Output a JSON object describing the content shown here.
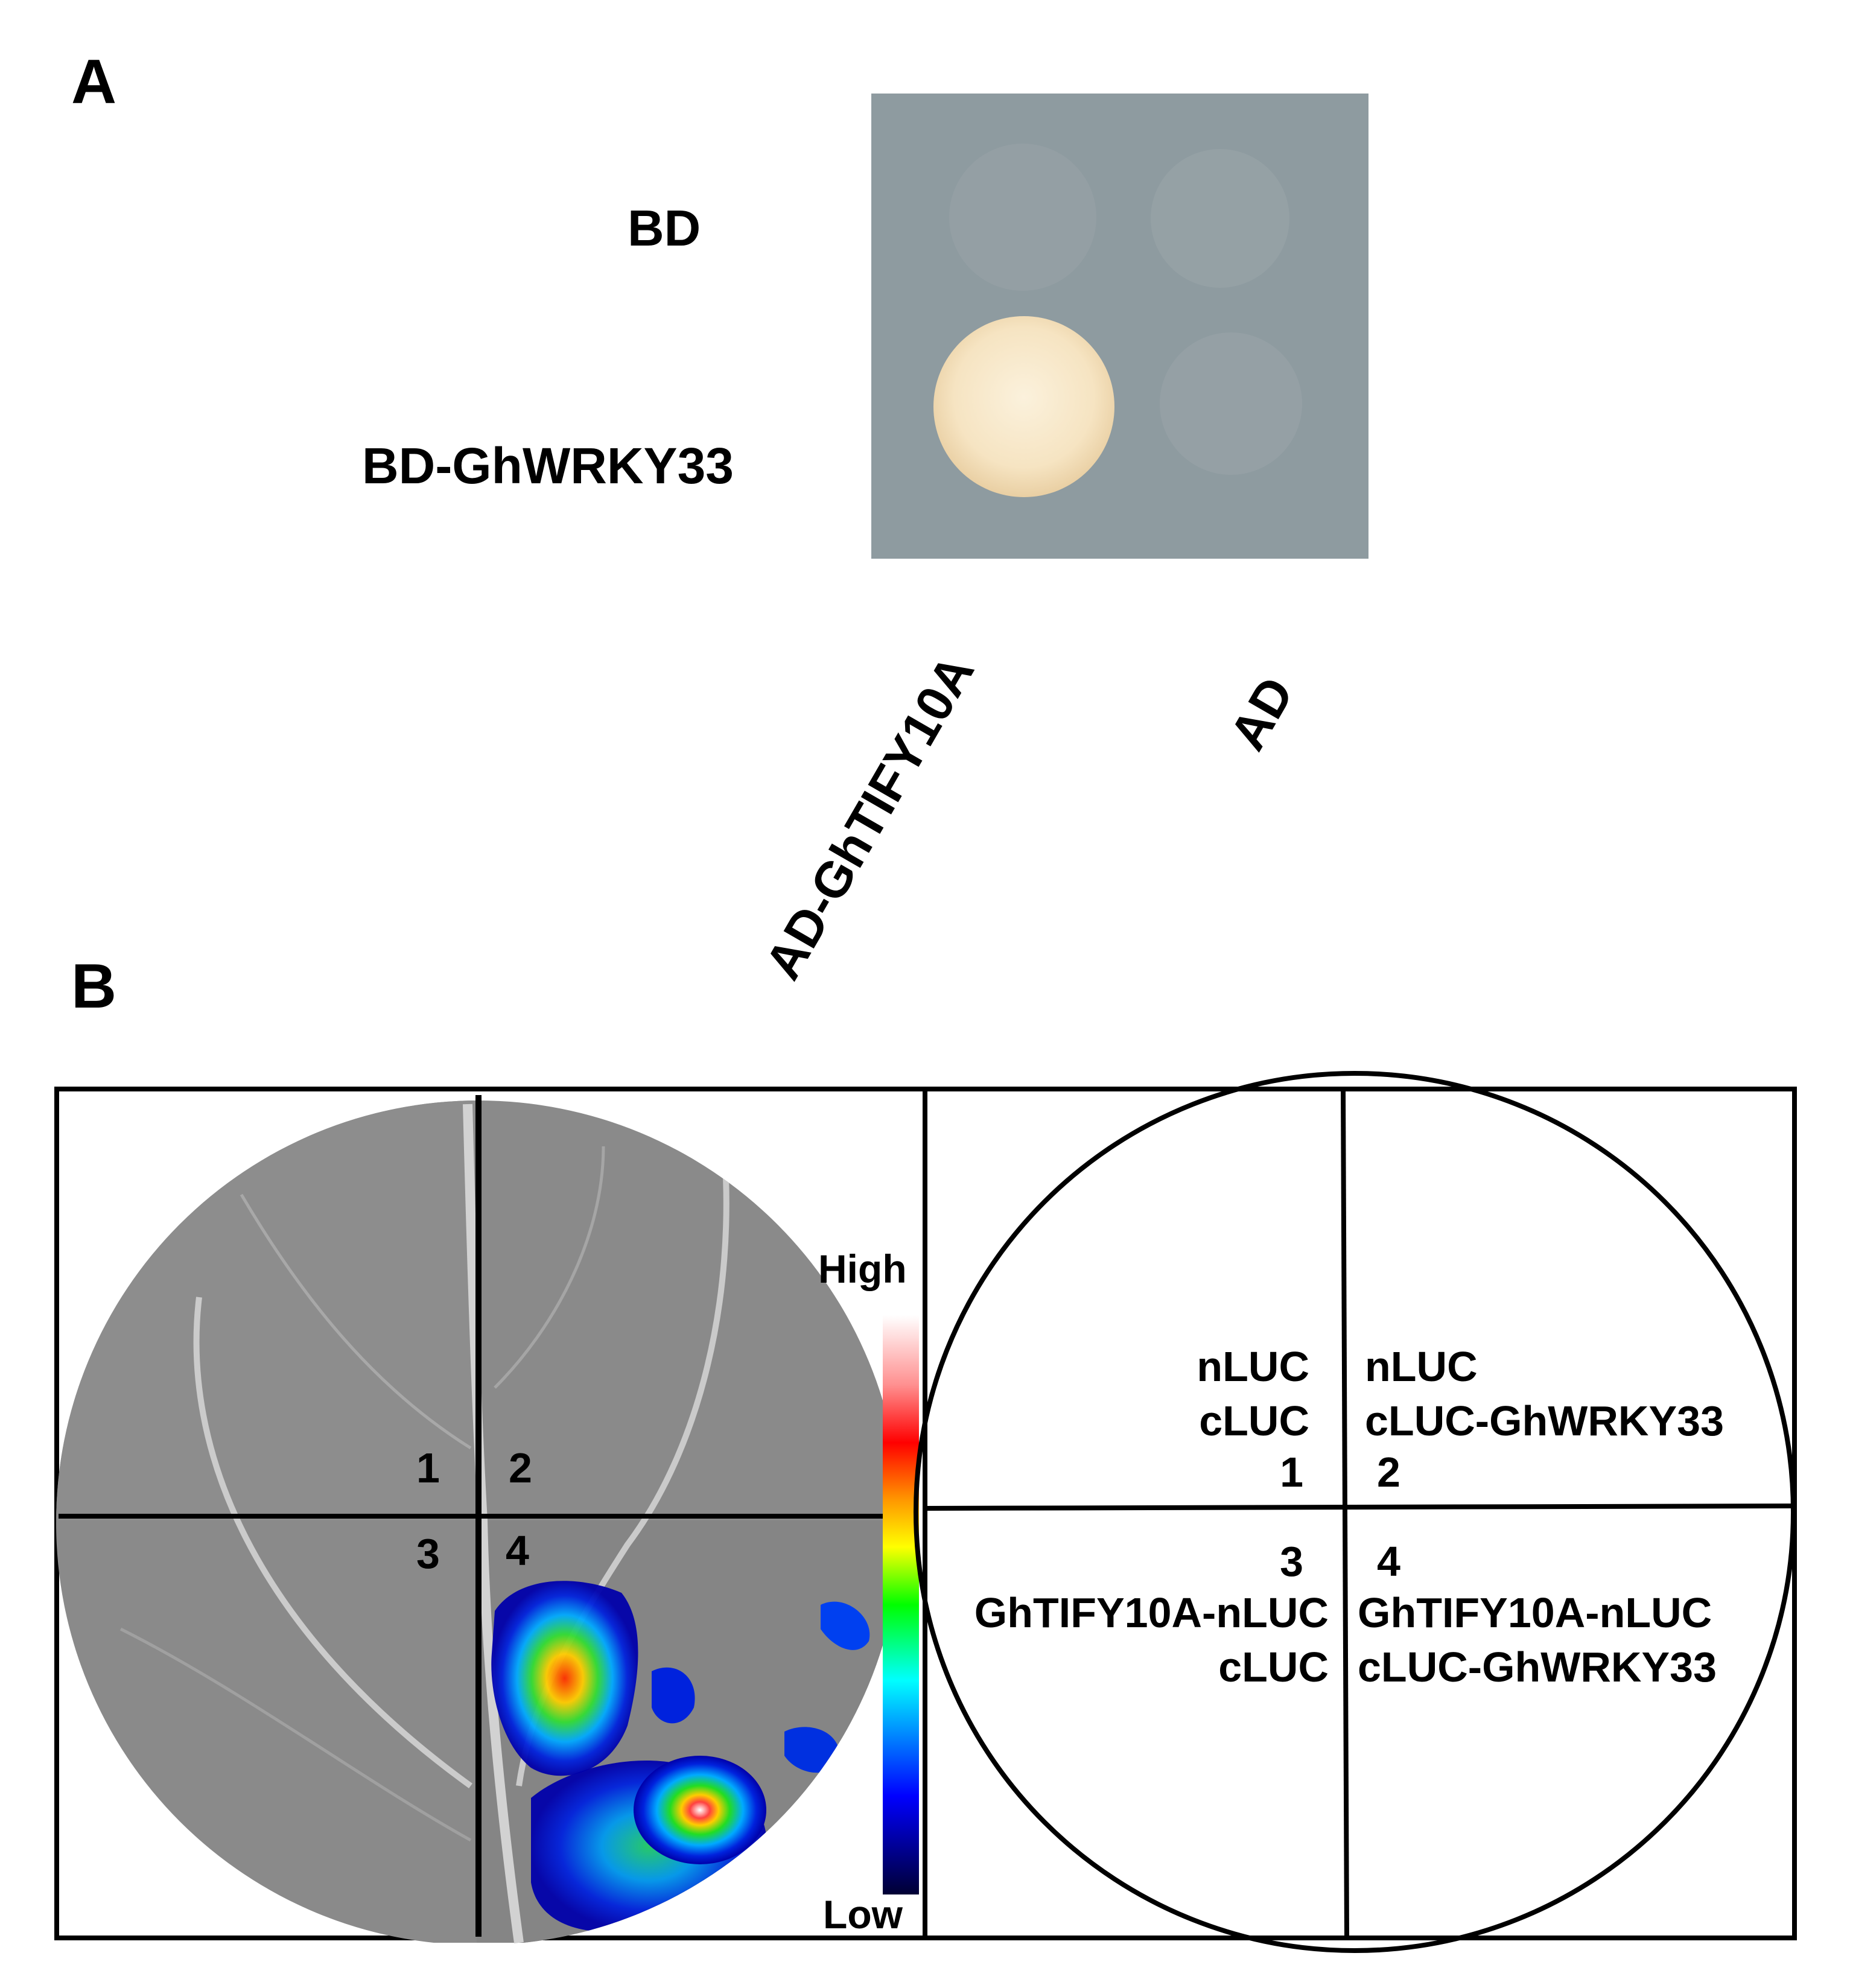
{
  "panel_a": {
    "label": "A",
    "rows": [
      "BD",
      "BD-GhWRKY33"
    ],
    "columns": [
      "AD-GhTIFY10A",
      "AD"
    ],
    "growth": [
      [
        false,
        false
      ],
      [
        true,
        false
      ]
    ]
  },
  "panel_b": {
    "label": "B",
    "scale": {
      "high": "High",
      "low": "Low"
    },
    "image_quadrant_numbers": [
      "1",
      "2",
      "3",
      "4"
    ],
    "diagram": {
      "q1": {
        "line1": "nLUC",
        "line2": "cLUC",
        "num": "1"
      },
      "q2": {
        "line1": "nLUC",
        "line2": "cLUC-GhWRKY33",
        "num": "2"
      },
      "q3": {
        "num": "3",
        "line1": "GhTIFY10A-nLUC",
        "line2": "cLUC"
      },
      "q4": {
        "num": "4",
        "line1": "GhTIFY10A-nLUC",
        "line2": "cLUC-GhWRKY33"
      }
    }
  },
  "colors": {
    "plate": "#8e9ba0",
    "colony": "#f6e6c8",
    "outline": "#000000"
  }
}
